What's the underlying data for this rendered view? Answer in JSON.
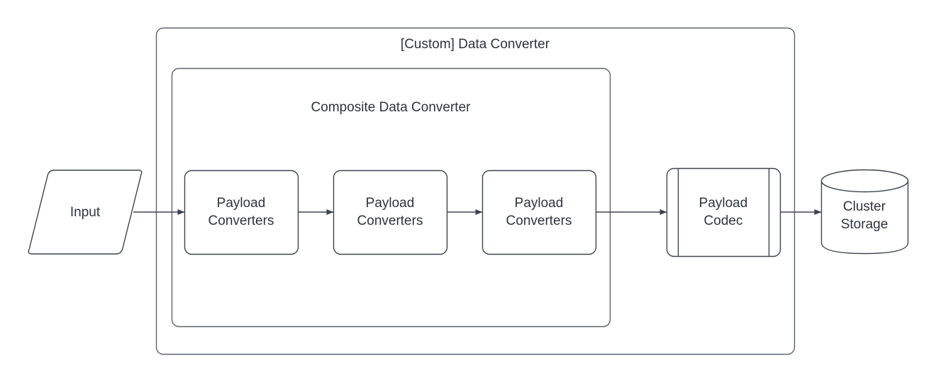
{
  "diagram": {
    "type": "flowchart",
    "background_color": "#ffffff",
    "stroke_color": "#4a5260",
    "text_color": "#2e3440",
    "fill_color": "#ffffff",
    "containers": [
      {
        "id": "custom-data-converter",
        "label": "[Custom] Data Converter",
        "shape": "rounded-rectangle"
      },
      {
        "id": "composite-data-converter",
        "label": "Composite Data Converter",
        "shape": "rounded-rectangle"
      }
    ],
    "nodes": [
      {
        "id": "input",
        "label": "Input",
        "shape": "parallelogram"
      },
      {
        "id": "payload-converters-1",
        "label": "Payload\nConverters",
        "shape": "rounded-rectangle"
      },
      {
        "id": "payload-converters-2",
        "label": "Payload\nConverters",
        "shape": "rounded-rectangle"
      },
      {
        "id": "payload-converters-3",
        "label": "Payload\nConverters",
        "shape": "rounded-rectangle"
      },
      {
        "id": "payload-codec",
        "label": "Payload\nCodec",
        "shape": "subroutine"
      },
      {
        "id": "cluster-storage",
        "label": "Cluster\nStorage",
        "shape": "cylinder"
      }
    ],
    "edges": [
      {
        "from": "input",
        "to": "payload-converters-1",
        "label": "",
        "arrow": "filled-triangle"
      },
      {
        "from": "payload-converters-1",
        "to": "payload-converters-2",
        "label": "",
        "arrow": "filled-triangle"
      },
      {
        "from": "payload-converters-2",
        "to": "payload-converters-3",
        "label": "",
        "arrow": "filled-triangle"
      },
      {
        "from": "payload-converters-3",
        "to": "payload-codec",
        "label": "",
        "arrow": "filled-triangle"
      },
      {
        "from": "payload-codec",
        "to": "cluster-storage",
        "label": "",
        "arrow": "filled-triangle"
      }
    ]
  }
}
